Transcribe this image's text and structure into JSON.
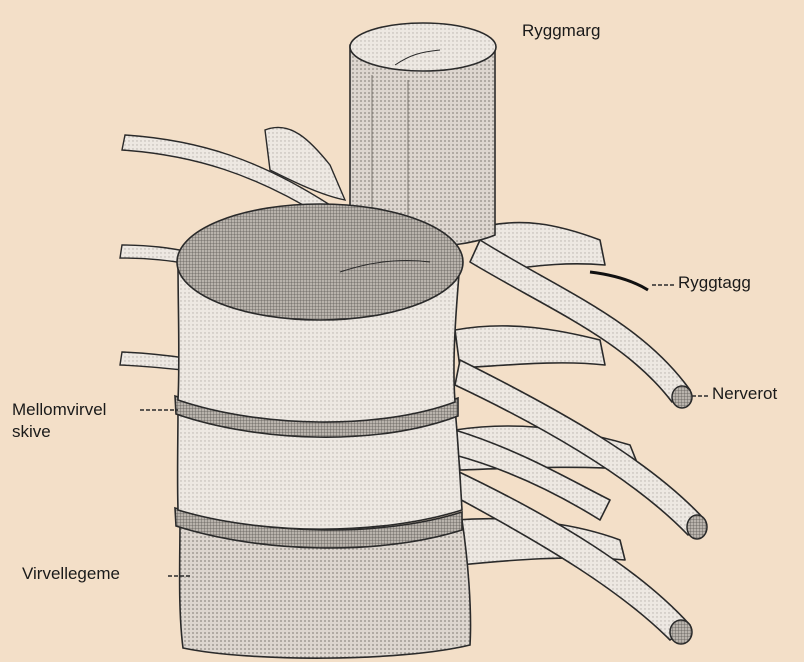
{
  "diagram": {
    "labels": {
      "spinal_cord": "Ryggmarg",
      "spinous_process": "Ryggtagg",
      "nerve_root": "Nerverot",
      "disc_line1": "Mellomvirvel",
      "disc_line2": "skive",
      "vertebral_body": "Virvellegeme"
    },
    "colors": {
      "background": "#f3dfc8",
      "line": "#2a2a2a",
      "light_fill": "#ece6df",
      "dark_fill": "#9a9590"
    }
  }
}
